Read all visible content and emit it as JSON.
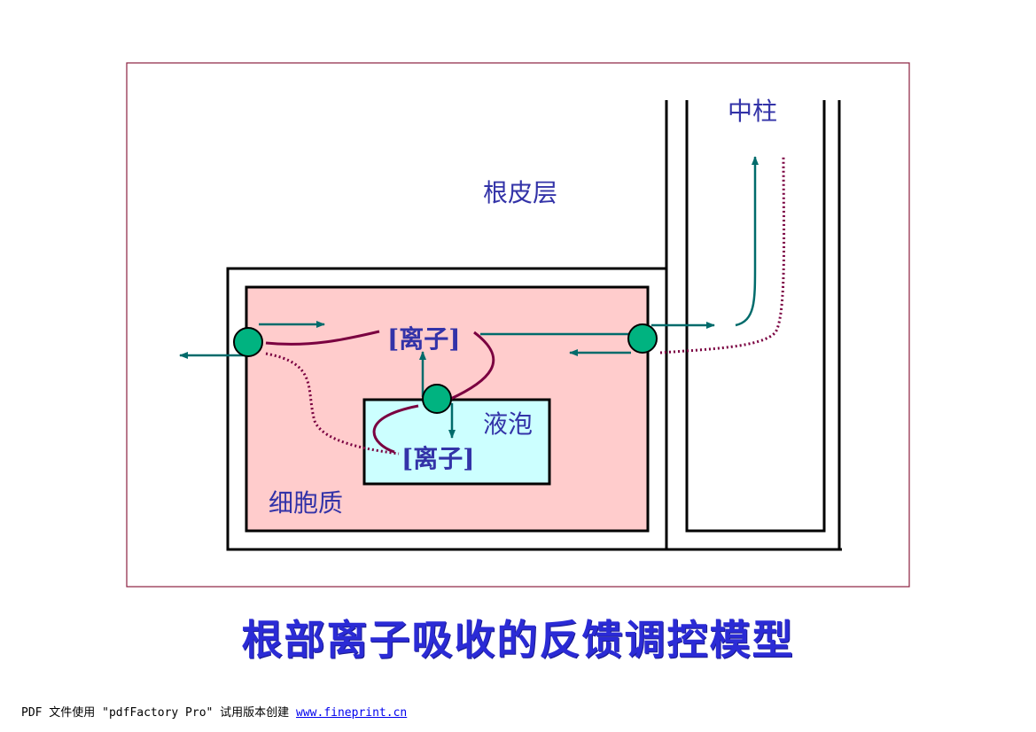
{
  "labels": {
    "central_cylinder": "中柱",
    "cortex": "根皮层",
    "ion_cytoplasm": "[离子]",
    "vacuole": "液泡",
    "ion_vacuole": "[离子]",
    "cytoplasm": "细胞质"
  },
  "caption": "根部离子吸收的反馈调控模型",
  "footer": {
    "text": "PDF 文件使用 \"pdfFactory Pro\" 试用版本创建",
    "link": "www.fineprint.cn"
  },
  "colors": {
    "frame_border": "#8b2040",
    "cytoplasm_fill": "#ffcccc",
    "vacuole_fill": "#ccffff",
    "arrow": "#006b6b",
    "signal_curve": "#7a0040",
    "transporter": "#00b380",
    "label": "#3333a8",
    "caption": "#2b2bd6"
  }
}
